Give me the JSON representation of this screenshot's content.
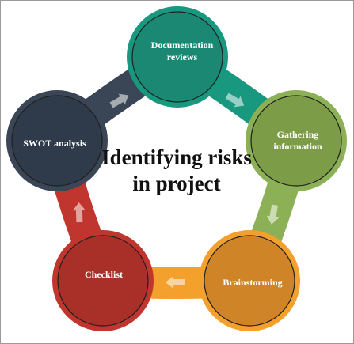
{
  "center_title": "Identifying risks in project",
  "nodes": [
    {
      "label": "Documentation reviews",
      "color": "#17987f",
      "inner_color": "#1b8874"
    },
    {
      "label": "Gathering information",
      "color": "#8cb055",
      "inner_color": "#7d9c48"
    },
    {
      "label": "Brainstorming",
      "color": "#f3a02c",
      "inner_color": "#cf8527"
    },
    {
      "label": "Checklist",
      "color": "#c0362f",
      "inner_color": "#a83029"
    },
    {
      "label": "SWOT analysis",
      "color": "#3a4556",
      "inner_color": "#2f3a4a"
    }
  ],
  "arrows": [
    {
      "from": "SWOT analysis",
      "to": "Documentation reviews"
    },
    {
      "from": "Documentation reviews",
      "to": "Gathering information"
    },
    {
      "from": "Gathering information",
      "to": "Brainstorming"
    },
    {
      "from": "Brainstorming",
      "to": "Checklist"
    },
    {
      "from": "Checklist",
      "to": "SWOT analysis"
    }
  ]
}
